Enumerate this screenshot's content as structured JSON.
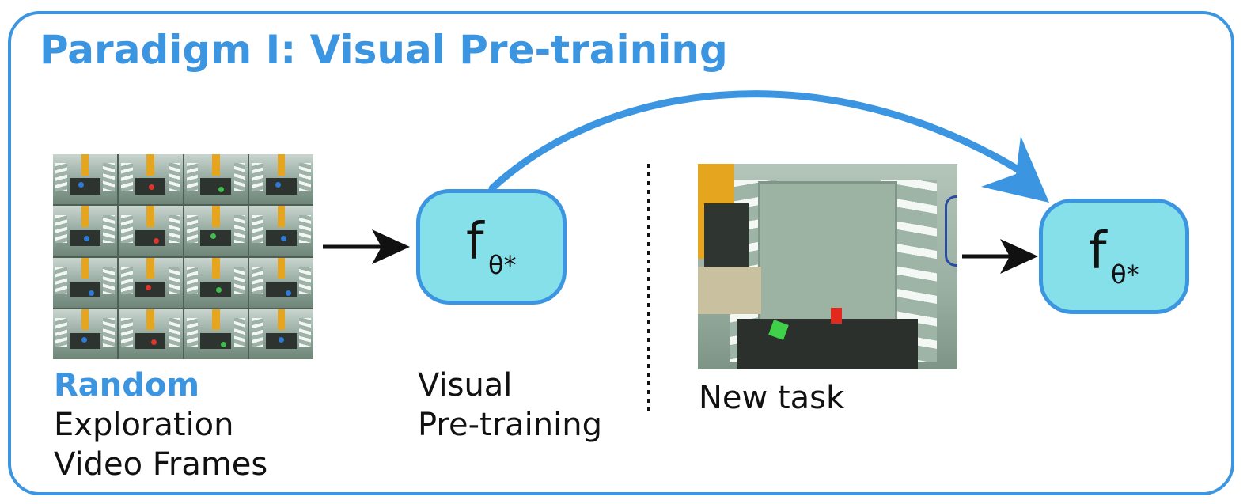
{
  "title": "Paradigm I: Visual Pre-training",
  "colors": {
    "accent": "#3b95e0",
    "node_fill": "#86e0ea",
    "text": "#111111"
  },
  "left_panel": {
    "label_highlight": "Random",
    "label_line2": "Exploration",
    "label_line3": "Video Frames",
    "image": "exploration-video-frames-grid"
  },
  "center_node": {
    "symbol": "f",
    "subscript": "θ*",
    "label_line1": "Visual",
    "label_line2": "Pre-training"
  },
  "right_panel": {
    "label": "New task",
    "image": "new-task-camera-view"
  },
  "right_node": {
    "symbol": "f",
    "subscript": "θ*"
  }
}
